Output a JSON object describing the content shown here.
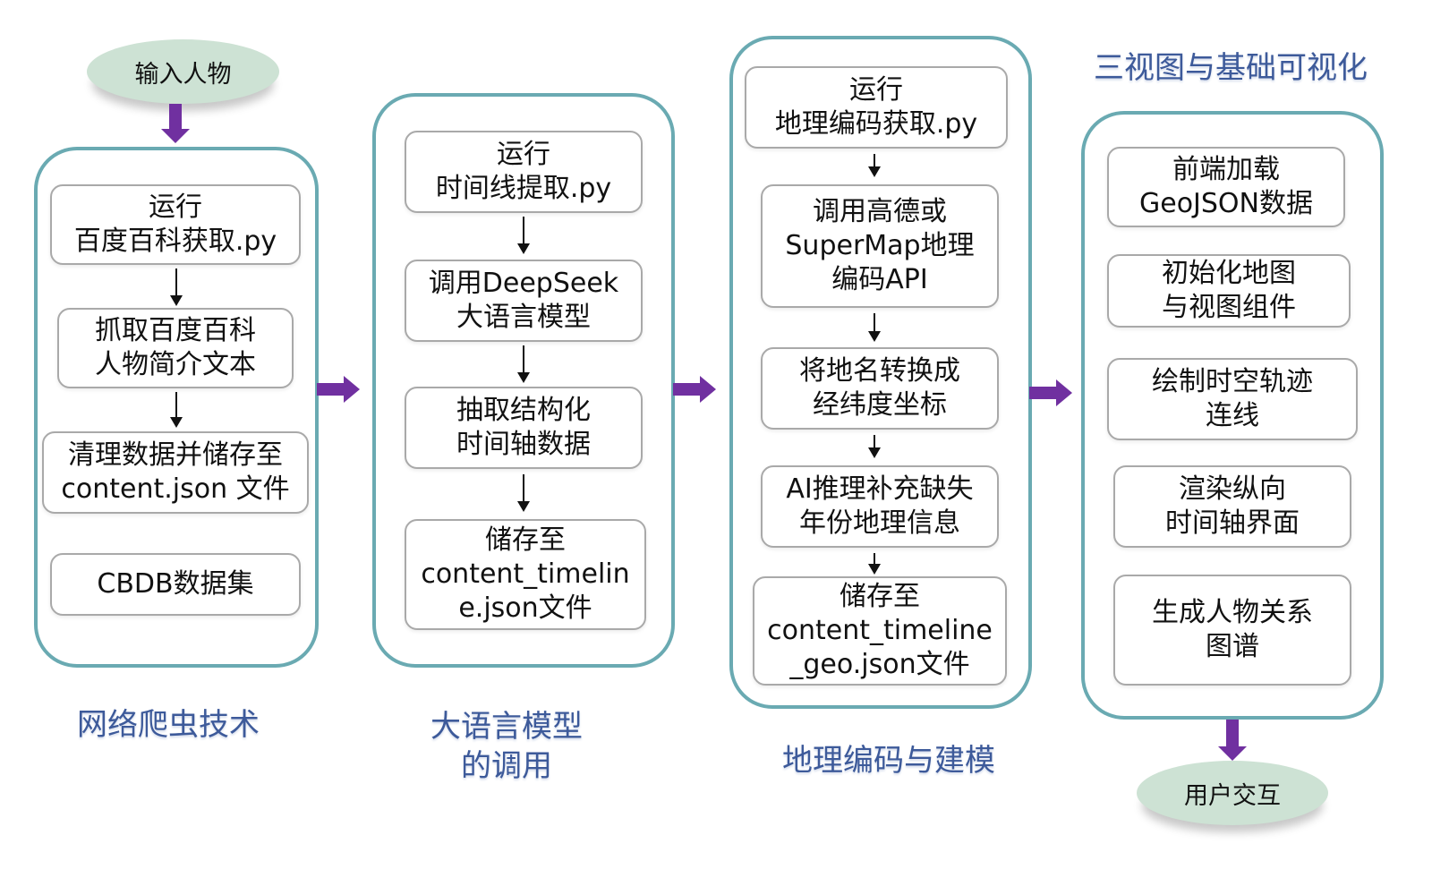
{
  "colors": {
    "group_border": "#6aaab2",
    "arrow": "#7030a0",
    "oval": "#cde2d4",
    "label": "#3d5a9a"
  },
  "start": {
    "label": "输入人物"
  },
  "end": {
    "label": "用户交互"
  },
  "stages": [
    {
      "label": "网络爬虫技术",
      "steps": [
        "运行\n百度百科获取.py",
        "抓取百度百科\n人物简介文本",
        "清理数据并储存至\ncontent.json 文件",
        "CBDB数据集"
      ]
    },
    {
      "label": "大语言模型\n的调用",
      "steps": [
        "运行\n时间线提取.py",
        "调用DeepSeek\n大语言模型",
        "抽取结构化\n时间轴数据",
        "储存至\ncontent_timelin\ne.json文件"
      ]
    },
    {
      "label": "地理编码与建模",
      "steps": [
        "运行\n地理编码获取.py",
        "调用高德或\nSuperMap地理\n编码API",
        "将地名转换成\n经纬度坐标",
        "AI推理补充缺失\n年份地理信息",
        "储存至\ncontent_timeline\n_geo.json文件"
      ]
    },
    {
      "label": "三视图与基础可视化",
      "steps": [
        "前端加载\nGeoJSON数据",
        "初始化地图\n与视图组件",
        "绘制时空轨迹\n连线",
        "渲染纵向\n时间轴界面",
        "生成人物关系\n图谱"
      ]
    }
  ]
}
